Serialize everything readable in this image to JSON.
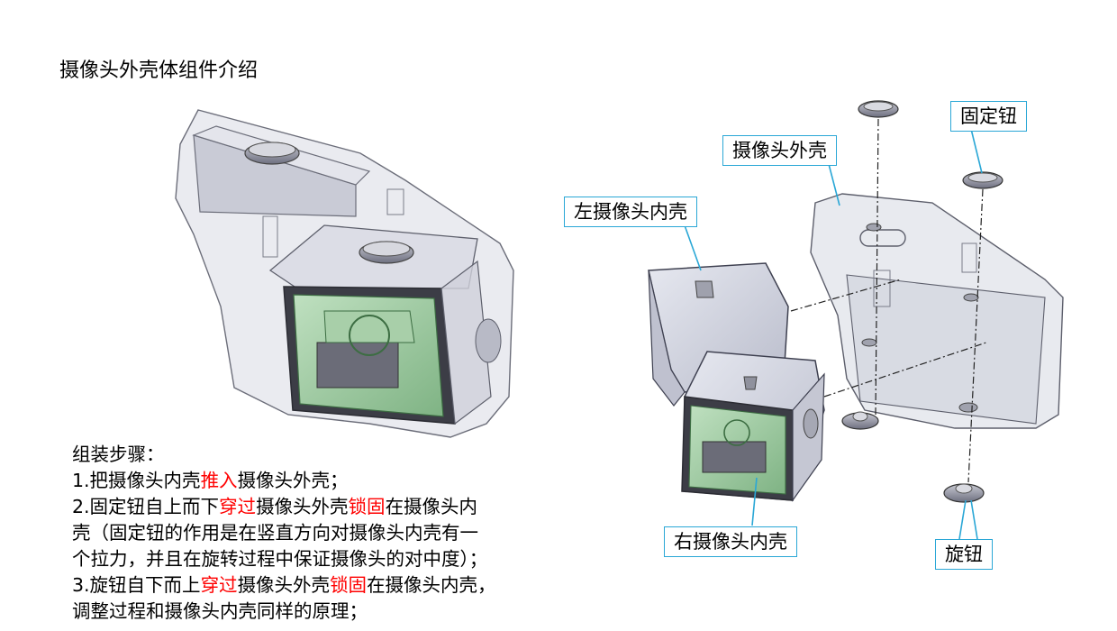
{
  "title": "摄像头外壳体组件介绍",
  "steps": {
    "heading": "组装步骤：",
    "s1": {
      "a": "1.把摄像头内壳",
      "b": "推入",
      "c": "摄像头外壳；"
    },
    "s2": {
      "a": "2.固定钮自上而下",
      "b": "穿过",
      "c": "摄像头外壳",
      "d": "锁固",
      "e": "在摄像头内"
    },
    "s2_l2": "壳（固定钮的作用是在竖直方向对摄像头内壳有一",
    "s2_l3": "个拉力，并且在旋转过程中保证摄像头的对中度）；",
    "s3": {
      "a": "3.旋钮自下而上",
      "b": "穿过",
      "c": "摄像头外壳",
      "d": "锁固",
      "e": "在摄像头内壳，"
    },
    "s3_l2": "调整过程和摄像头内壳同样的原理；"
  },
  "callouts": {
    "fixed_knob": "固定钮",
    "outer_shell": "摄像头外壳",
    "left_inner": "左摄像头内壳",
    "right_inner": "右摄像头内壳",
    "rotary_knob": "旋钮"
  }
}
